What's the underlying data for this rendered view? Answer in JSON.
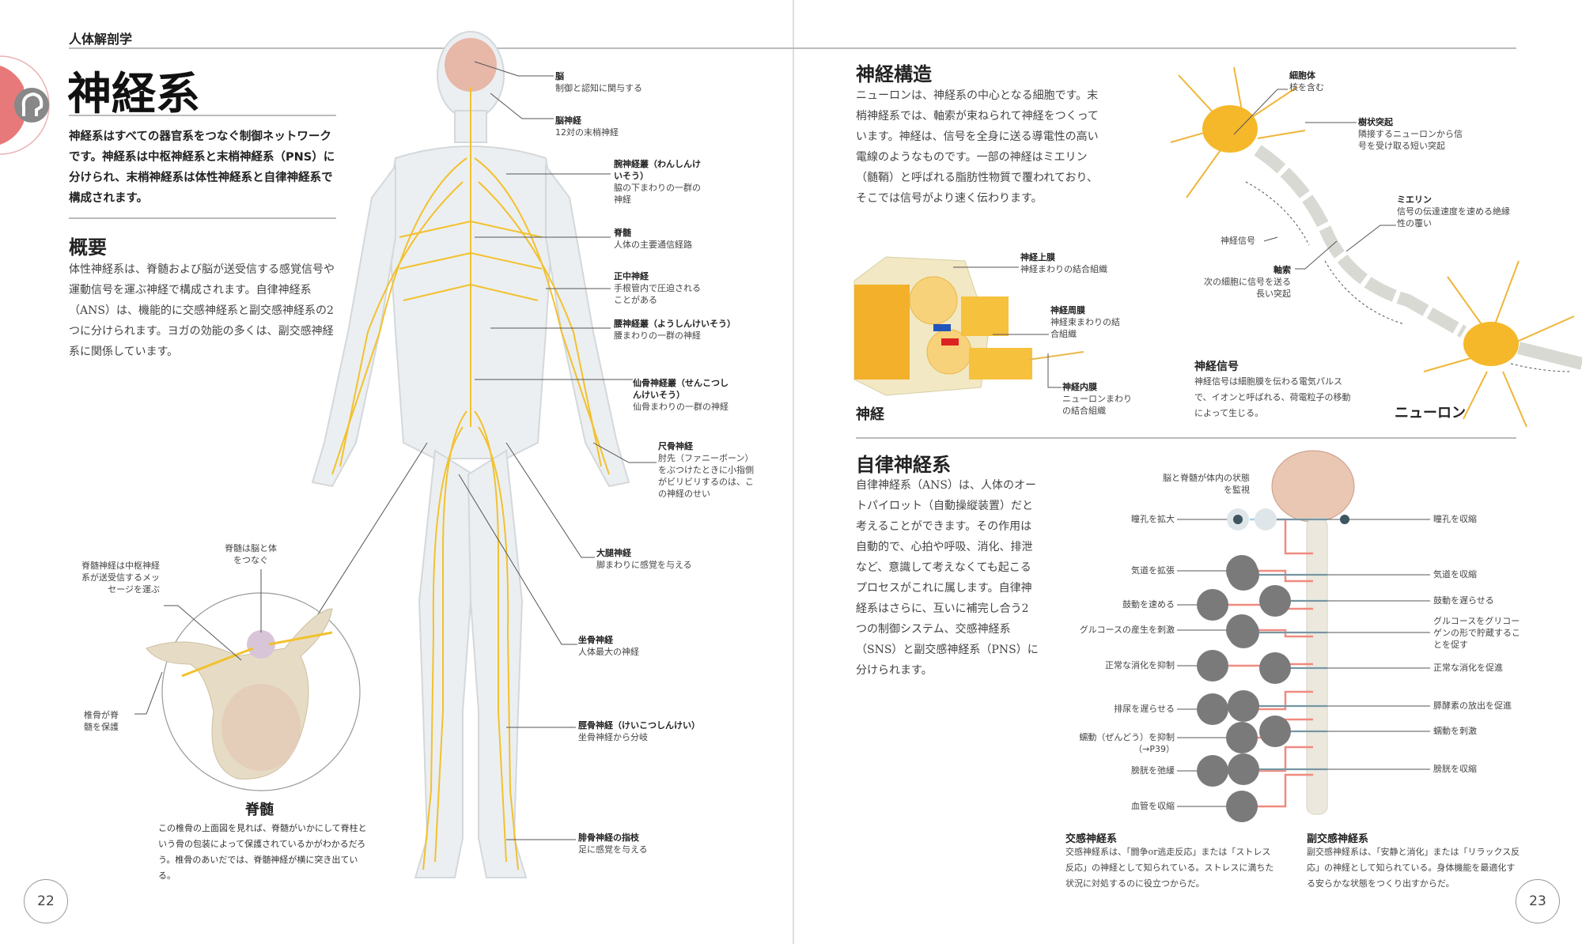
{
  "left_page": {
    "section": "人体解剖学",
    "title": "神経系",
    "intro": "神経系はすべての器官系をつなぐ制御ネットワークです。神経系は中枢神経系と末梢神経系（PNS）に分けられ、末梢神経系は体性神経系と自律神経系で構成されます。",
    "overview_heading": "概要",
    "overview_text": "体性神経系は、脊髄および脳が送受信する感覚信号や運動信号を運ぶ神経で構成されます。自律神経系（ANS）は、機能的に交感神経系と副交感神経系の2つに分けられます。ヨガの効能の多くは、副交感神経系に関係しています。",
    "body_labels": [
      {
        "title": "脳",
        "desc": "制御と認知に関与する"
      },
      {
        "title": "脳神経",
        "desc": "12対の末梢神経"
      },
      {
        "title": "腕神経叢（わんしんけいそう）",
        "desc": "脇の下まわりの一群の神経"
      },
      {
        "title": "脊髄",
        "desc": "人体の主要通信経路"
      },
      {
        "title": "正中神経",
        "desc": "手根管内で圧迫されることがある"
      },
      {
        "title": "腰神経叢（ようしんけいそう）",
        "desc": "腰まわりの一群の神経"
      },
      {
        "title": "仙骨神経叢（せんこつしんけいそう）",
        "desc": "仙骨まわりの一群の神経"
      },
      {
        "title": "尺骨神経",
        "desc": "肘先（ファニーボーン）をぶつけたときに小指側がビリビリするのは、この神経のせい"
      },
      {
        "title": "大腿神経",
        "desc": "脚まわりに感覚を与える"
      },
      {
        "title": "坐骨神経",
        "desc": "人体最大の神経"
      },
      {
        "title": "脛骨神経（けいこつしんけい）",
        "desc": "坐骨神経から分岐"
      },
      {
        "title": "腓骨神経の指枝",
        "desc": "足に感覚を与える"
      }
    ],
    "spine_inset": {
      "label_cord": "脊髄は脳と体をつなぐ",
      "label_nerves": "脊髄神経は中枢神経系が送受信するメッセージを運ぶ",
      "label_vertebra": "椎骨が脊髄を保護",
      "heading": "脊髄",
      "text": "この椎骨の上面図を見れば、脊髄がいかにして脊柱という骨の包装によって保護されているかがわかるだろう。椎骨のあいだでは、脊髄神経が横に突き出ている。"
    },
    "page_number": "22"
  },
  "right_page": {
    "structure_heading": "神経構造",
    "structure_text": "ニューロンは、神経系の中心となる細胞です。末梢神経系では、軸索が束ねられて神経をつくっています。神経は、信号を全身に送る導電性の高い電線のようなものです。一部の神経はミエリン（髄鞘）と呼ばれる脂肪性物質で覆われており、そこでは信号がより速く伝わります。",
    "nerve": {
      "caption": "神経",
      "labels": [
        {
          "title": "神経上膜",
          "desc": "神経まわりの結合組織"
        },
        {
          "title": "神経周膜",
          "desc": "神経束まわりの結合組織"
        },
        {
          "title": "神経内膜",
          "desc": "ニューロンまわりの結合組織"
        }
      ]
    },
    "neuron": {
      "caption": "ニューロン",
      "labels": [
        {
          "title": "細胞体",
          "desc": "核を含む"
        },
        {
          "title": "樹状突起",
          "desc": "隣接するニューロンから信号を受け取る短い突起"
        },
        {
          "title": "ミエリン",
          "desc": "信号の伝達速度を速める絶縁性の覆い"
        },
        {
          "title": "軸索",
          "desc": "次の細胞に信号を送る長い突起"
        }
      ],
      "signal_label": "神経信号",
      "signal_heading": "神経信号",
      "signal_text": "神経信号は細胞膜を伝わる電気パルスで、イオンと呼ばれる、荷電粒子の移動によって生じる。"
    },
    "ans_heading": "自律神経系",
    "ans_text": "自律神経系（ANS）は、人体のオートパイロット（自動操縦装置）だと考えることができます。その作用は自動的で、心拍や呼吸、消化、排泄など、意識して考えなくても起こるプロセスがこれに属します。自律神経系はさらに、互いに補完し合う2つの制御システム、交感神経系（SNS）と副交感神経系（PNS）に分けられます。",
    "ans_diagram": {
      "brain_label": "脳と脊髄が体内の状態を監視",
      "sympathetic": [
        "瞳孔を拡大",
        "気道を拡張",
        "鼓動を速める",
        "グルコースの産生を刺激",
        "正常な消化を抑制",
        "排尿を遅らせる",
        "蠕動（ぜんどう）を抑制（→P39）",
        "膀胱を弛緩",
        "血管を収縮"
      ],
      "parasympathetic": [
        "瞳孔を収縮",
        "気道を収縮",
        "鼓動を遅らせる",
        "グルコースをグリコーゲンの形で貯蔵することを促す",
        "正常な消化を促進",
        "膵酵素の放出を促進",
        "蠕動を刺激",
        "膀胱を収縮"
      ],
      "colors": {
        "sympathetic": "#f08a80",
        "parasympathetic": "#9fd3e6",
        "icon": "#7a7a7a"
      }
    },
    "sns_heading": "交感神経系",
    "sns_text": "交感神経系は、「闘争or逃走反応」または「ストレス反応」の神経として知られている。ストレスに満ちた状況に対処するのに役立つからだ。",
    "pns_heading": "副交感神経系",
    "pns_text": "副交感神経系は、「安静と消化」または「リラックス反応」の神経として知られている。身体機能を最適化する安らかな状態をつくり出すからだ。",
    "page_number": "23"
  },
  "colors": {
    "accent": "#e8797a",
    "nerve": "#f2c12e",
    "rule": "#bbbbbb"
  }
}
